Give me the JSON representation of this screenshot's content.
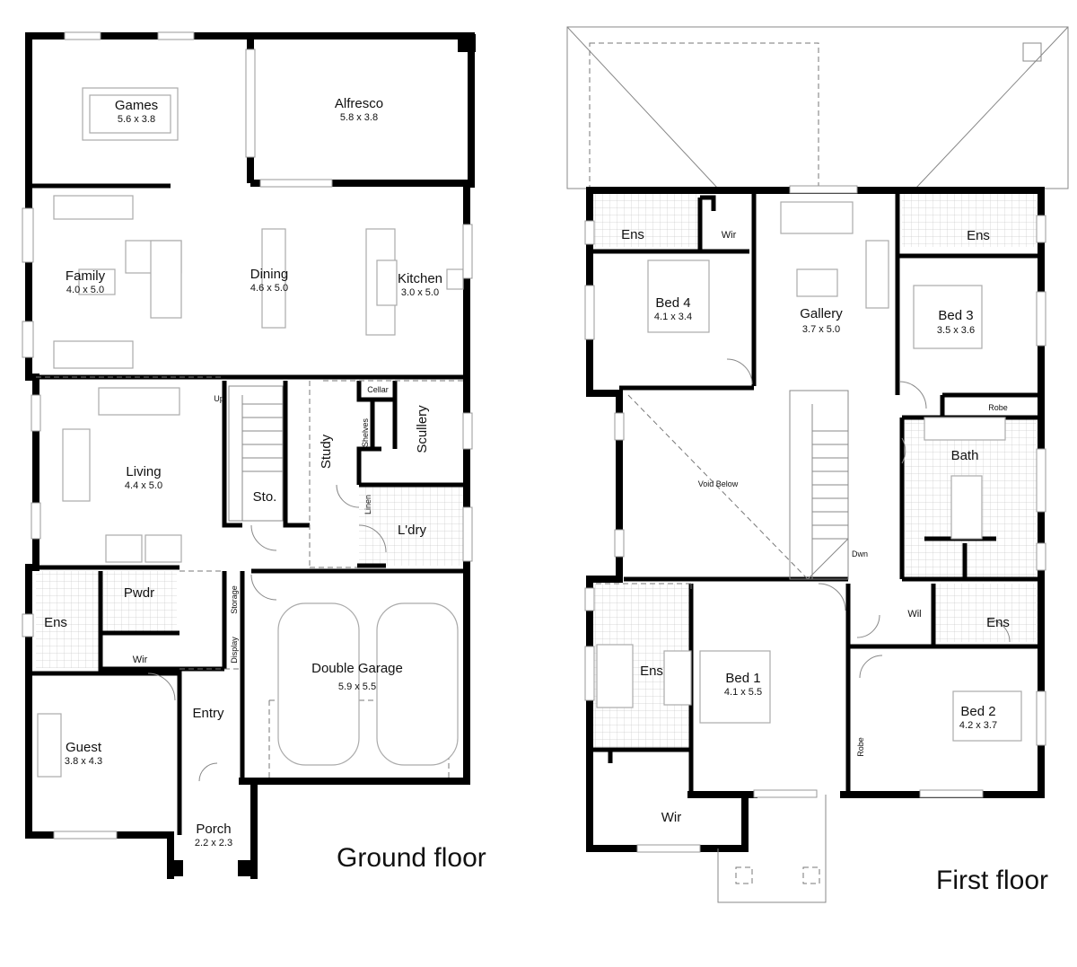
{
  "ground_floor": {
    "title": "Ground floor",
    "rooms": [
      {
        "name": "Games",
        "size": "5.6 x 3.8"
      },
      {
        "name": "Alfresco",
        "size": "5.8 x 3.8"
      },
      {
        "name": "Family",
        "size": "4.0 x 5.0"
      },
      {
        "name": "Dining",
        "size": "4.6 x 5.0"
      },
      {
        "name": "Kitchen",
        "size": "3.0 x 5.0"
      },
      {
        "name": "Living",
        "size": "4.4 x 5.0"
      },
      {
        "name": "Double Garage",
        "size": "5.9 x 5.5"
      },
      {
        "name": "Guest",
        "size": "3.8 x 4.3"
      },
      {
        "name": "Porch",
        "size": "2.2 x 2.3"
      }
    ],
    "labels": {
      "up": "Up",
      "cellar": "Cellar",
      "scullery": "Scullery",
      "study": "Study",
      "shelves": "Shelves",
      "sto": "Sto.",
      "linen": "Linen",
      "laundry": "L'dry",
      "ens": "Ens",
      "pwdr": "Pwdr",
      "wir": "Wir",
      "storage": "Storage",
      "display": "Display",
      "entry": "Entry"
    }
  },
  "first_floor": {
    "title": "First floor",
    "rooms": [
      {
        "name": "Bed 4",
        "size": "4.1 x 3.4"
      },
      {
        "name": "Gallery",
        "size": "3.7 x 5.0"
      },
      {
        "name": "Bed 3",
        "size": "3.5 x 3.6"
      },
      {
        "name": "Bed 1",
        "size": "4.1 x 5.5"
      },
      {
        "name": "Bed 2",
        "size": "4.2 x 3.7"
      }
    ],
    "labels": {
      "ens_bed4": "Ens",
      "wir_bed4": "Wir",
      "ens_bed3": "Ens",
      "robe_bath": "Robe",
      "bath": "Bath",
      "void": "Void Below",
      "dwn": "Dwn",
      "wil": "Wil",
      "ens_bed2": "Ens",
      "ens_bed1": "Ens",
      "robe_bed2": "Robe",
      "wir_bed1": "Wir"
    }
  }
}
